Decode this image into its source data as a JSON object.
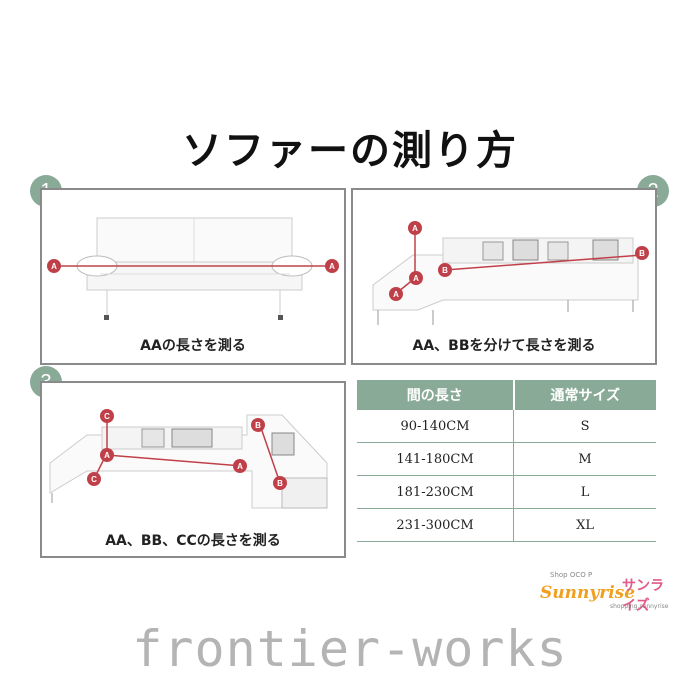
{
  "title": "ソファーの測り方",
  "panels": [
    {
      "number": "1",
      "caption": "AAの長さを測る",
      "points": [
        "A",
        "A"
      ]
    },
    {
      "number": "2",
      "caption": "AA、BBを分けて長さを測る",
      "points": [
        "A",
        "A",
        "A",
        "B",
        "B"
      ]
    },
    {
      "number": "3",
      "caption": "AA、BB、CCの長さを測る",
      "points": [
        "C",
        "C",
        "A",
        "A",
        "B",
        "B"
      ]
    }
  ],
  "size_table": {
    "headers": [
      "間の長さ",
      "通常サイズ"
    ],
    "rows": [
      {
        "length": "90-140CM",
        "size": "S"
      },
      {
        "length": "141-180CM",
        "size": "M"
      },
      {
        "length": "181-230CM",
        "size": "L"
      },
      {
        "length": "231-300CM",
        "size": "XL"
      }
    ]
  },
  "logo": {
    "brand": "Sunnyrise",
    "jp": "サンライズ",
    "top_text": "Shop OCO P",
    "bottom_text": "shopping.sunnyrise"
  },
  "watermark": "frontier-works",
  "colors": {
    "accent": "#8aaa98",
    "marker": "#c0404a",
    "border": "#8a8a8a"
  }
}
